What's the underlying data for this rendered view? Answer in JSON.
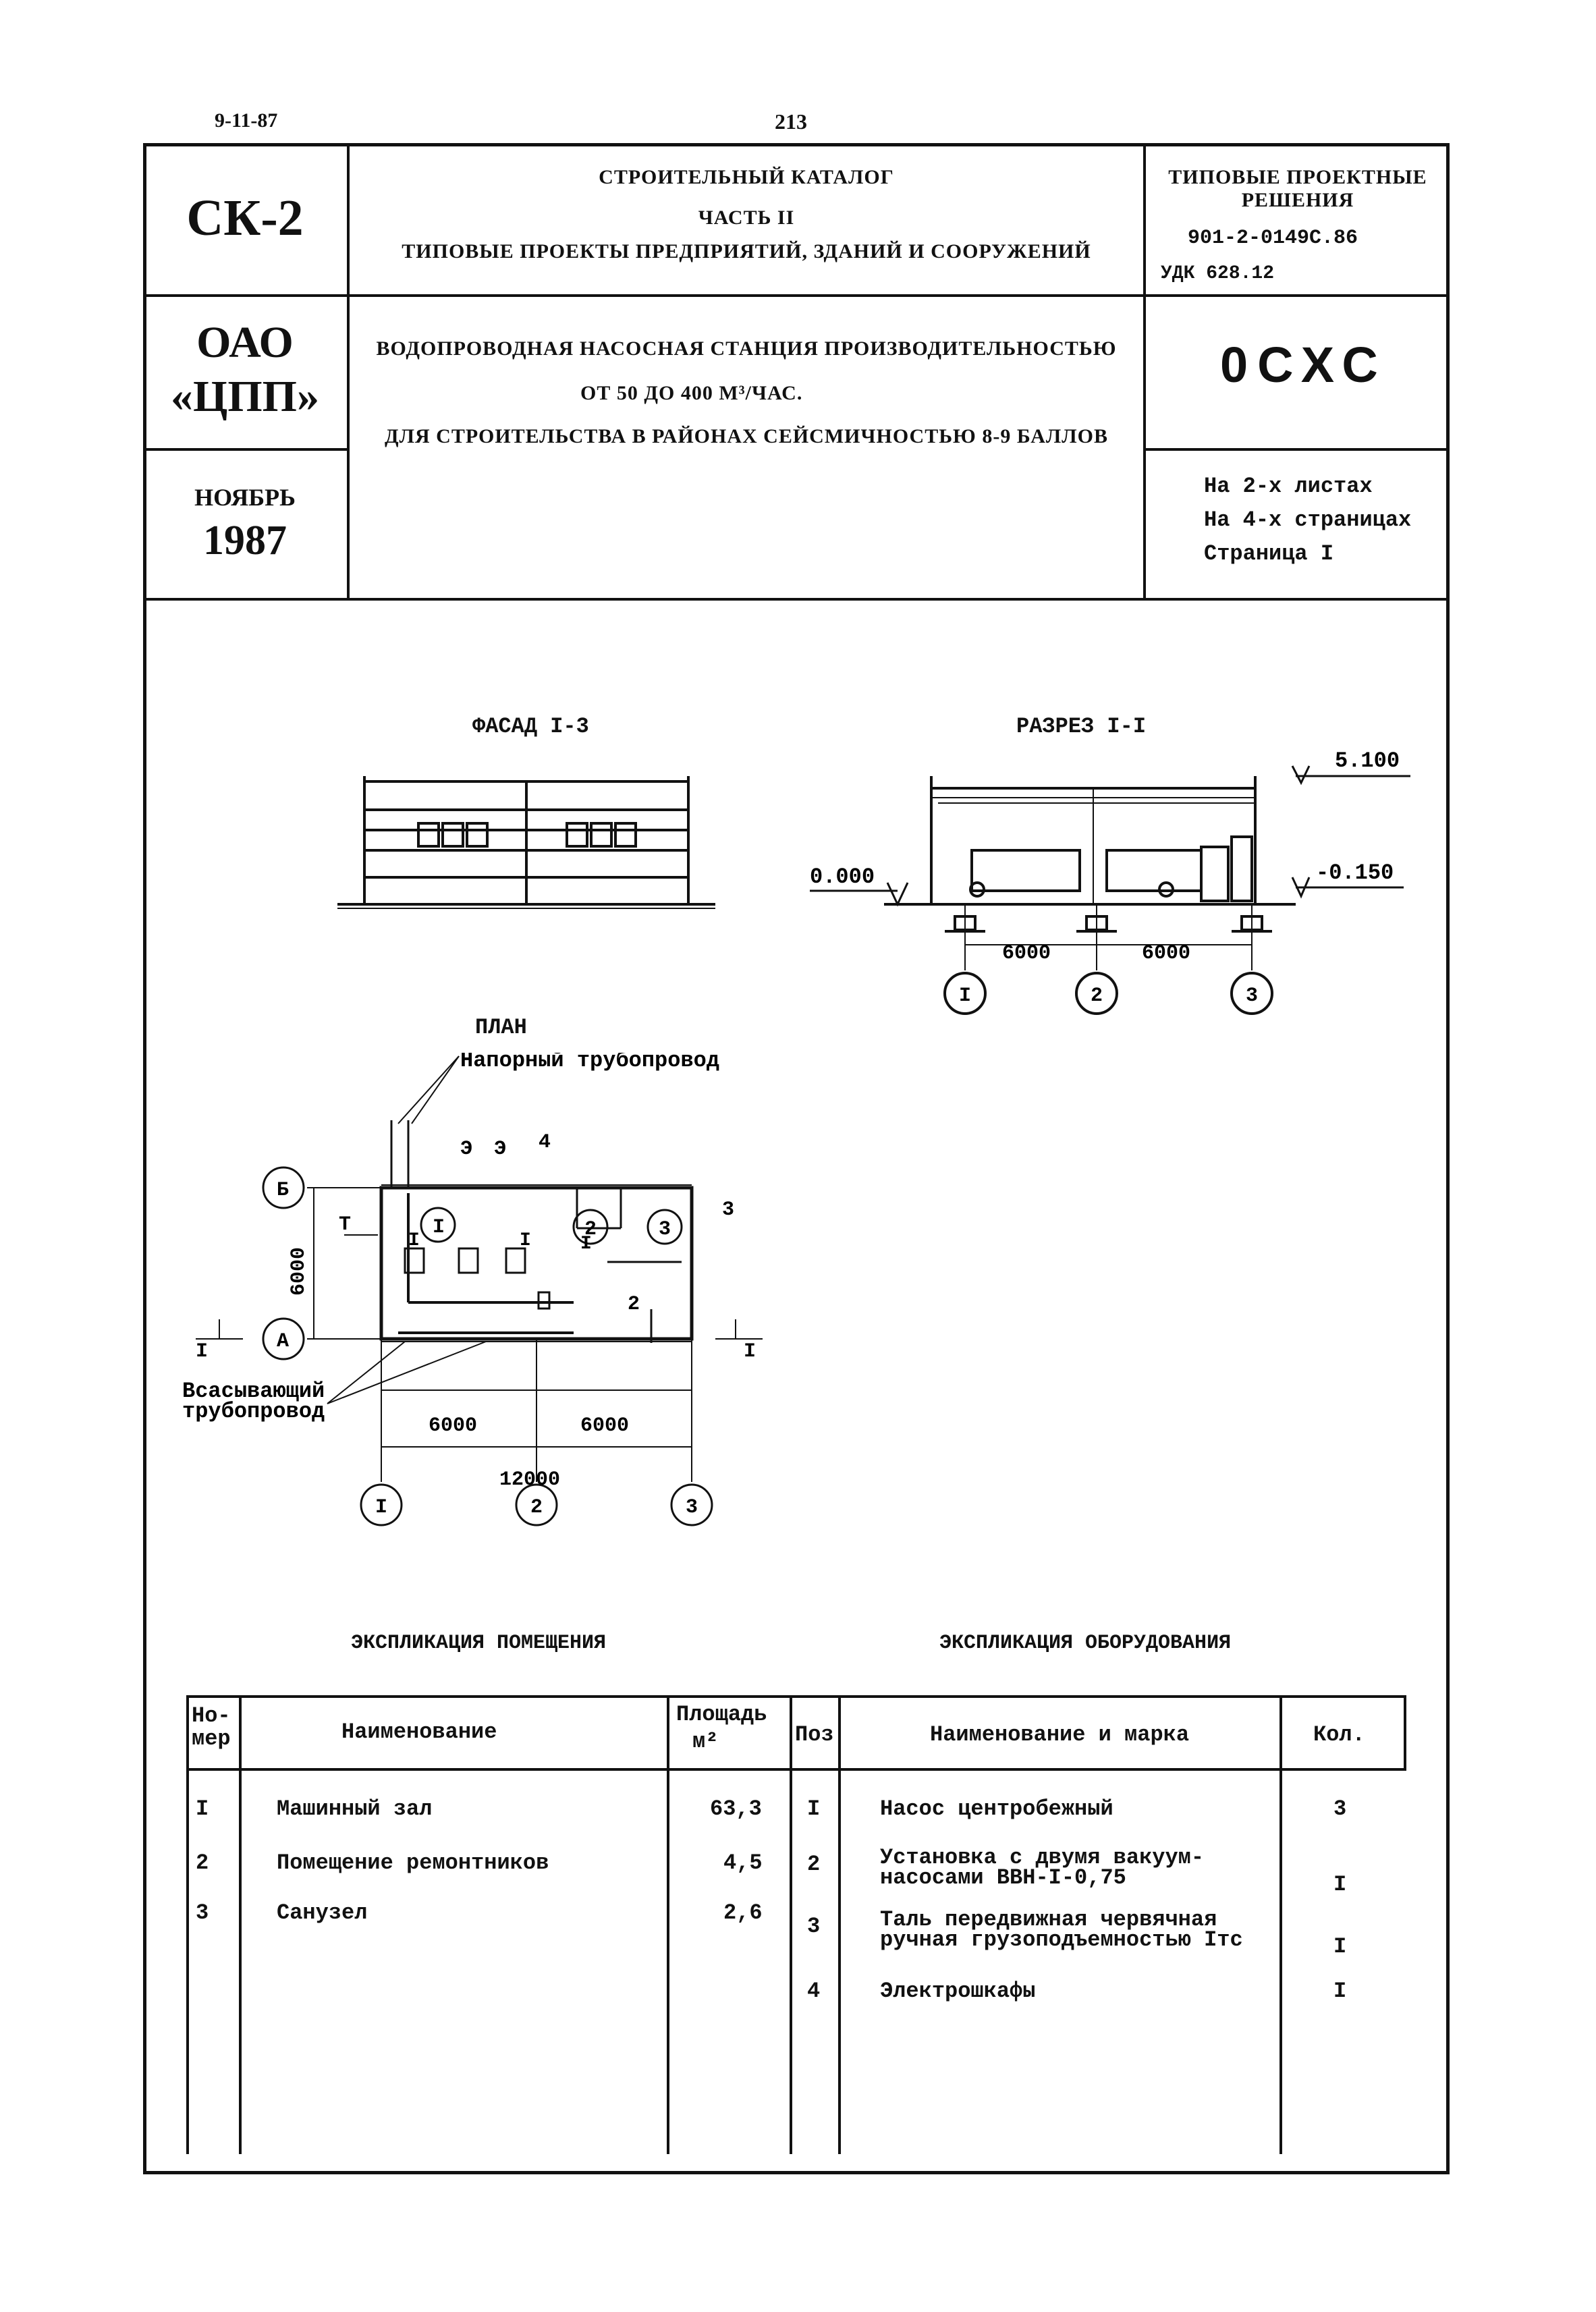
{
  "top": {
    "date": "9-11-87",
    "page_number": "213"
  },
  "header": {
    "series": "СК-2",
    "catalog_line1": "СТРОИТЕЛЬНЫЙ КАТАЛОГ",
    "catalog_line2": "ЧАСТЬ II",
    "catalog_line3": "ТИПОВЫЕ ПРОЕКТЫ ПРЕДПРИЯТИЙ, ЗДАНИЙ И СООРУЖЕНИЙ",
    "type_line1": "ТИПОВЫЕ ПРОЕКТНЫЕ",
    "type_line2": "РЕШЕНИЯ",
    "project_code": "901-2-0149С.86",
    "udk": "УДК 628.12",
    "org_line1": "ОАО",
    "org_line2": "«ЦПП»",
    "title_line1": "ВОДОПРОВОДНАЯ НАСОСНАЯ СТАНЦИЯ ПРОИЗВОДИТЕЛЬНОСТЬЮ",
    "title_line2": "ОТ 50  ДО  400 М³/ЧАС.",
    "title_line3": "ДЛЯ СТРОИТЕЛЬСТВА В РАЙОНАХ СЕЙСМИЧНОСТЬЮ 8-9 БАЛЛОВ",
    "code": "0СХС",
    "month": "НОЯБРЬ",
    "year": "1987",
    "sheets": "На 2-х листах",
    "pages": "На 4-х страницах",
    "page": "Страница I"
  },
  "drawings": {
    "facade_title": "ФАСАД I-3",
    "section_title": "РАЗРЕЗ I-I",
    "plan_title": "ПЛАН",
    "level_top": "5.100",
    "level_zero": "0.000",
    "level_minus": "-0.150",
    "dim_6000": "6000",
    "dim_12000": "12000",
    "axis_1": "I",
    "axis_2": "2",
    "axis_3": "3",
    "axis_a": "А",
    "axis_b": "Б",
    "pressure_pipe": "Напорный трубопровод",
    "suction_pipe_1": "Всасывающий",
    "suction_pipe_2": "трубопровод",
    "mark_t": "Т",
    "mark_e": "Э",
    "mark_4": "4",
    "mark_3": "3",
    "mark_2": "2",
    "mark_i": "I",
    "section_mark": "I"
  },
  "tables": {
    "rooms_title": "ЭКСПЛИКАЦИЯ ПОМЕЩЕНИЯ",
    "equipment_title": "ЭКСПЛИКАЦИЯ ОБОРУДОВАНИЯ",
    "rooms_headers": {
      "num1": "Но-",
      "num2": "мер",
      "name": "Наименование",
      "area1": "Площадь",
      "area2": "м²"
    },
    "rooms": [
      {
        "num": "I",
        "name": "Машинный зал",
        "area": "63,3"
      },
      {
        "num": "2",
        "name": "Помещение ремонтников",
        "area": "4,5"
      },
      {
        "num": "3",
        "name": "Санузел",
        "area": "2,6"
      }
    ],
    "equipment_headers": {
      "pos": "Поз",
      "name": "Наименование и марка",
      "qty": "Кол."
    },
    "equipment": [
      {
        "pos": "I",
        "name1": "Насос центробежный",
        "name2": "",
        "qty": "3"
      },
      {
        "pos": "2",
        "name1": "Установка с двумя вакуум-",
        "name2": "насосами ВВН-I-0,75",
        "qty": "I"
      },
      {
        "pos": "3",
        "name1": "Таль передвижная червячная",
        "name2": "ручная грузоподъемностью Iтс",
        "qty": "I"
      },
      {
        "pos": "4",
        "name1": "Электрошкафы",
        "name2": "",
        "qty": "I"
      }
    ]
  }
}
